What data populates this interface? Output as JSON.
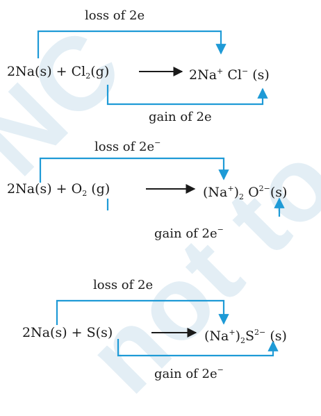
{
  "reactions": [
    {
      "loss_label": "loss of 2e",
      "gain_label": "gain of 2e",
      "reactant1": "2Na(s)",
      "plus": "+",
      "reactant2": "Cl",
      "reactant2_sub": "2",
      "reactant2_state": "(g)",
      "product": "2Na",
      "product_cation_sup": "+",
      "product_anion": "Cl",
      "product_anion_sup": "−",
      "product_state": "(s)"
    },
    {
      "loss_label": "loss of 2e",
      "loss_label_sup": "−",
      "gain_label": "gain of 2e",
      "gain_label_sup": "−",
      "reactant1": "2Na(s)",
      "plus": "+",
      "reactant2": "O",
      "reactant2_sub": "2",
      "reactant2_state": "(g)",
      "product": "(Na",
      "product_cation_sup": "+",
      "product_close": ")",
      "product_sub": "2",
      "product_anion": "O",
      "product_anion_sup": "2−",
      "product_state": "(s)"
    },
    {
      "loss_label": "loss of 2e",
      "gain_label": "gain of 2e",
      "gain_label_sup": "−",
      "reactant1": "2Na(s)",
      "plus": "+",
      "reactant2": "S(s)",
      "product": "(Na",
      "product_cation_sup": "+",
      "product_close": ")",
      "product_sub": "2",
      "product_anion": "S",
      "product_anion_sup": "2−",
      "product_state": "(s)"
    }
  ],
  "colors": {
    "bracket": "#1e9ad6",
    "text": "#1a1a1a"
  }
}
